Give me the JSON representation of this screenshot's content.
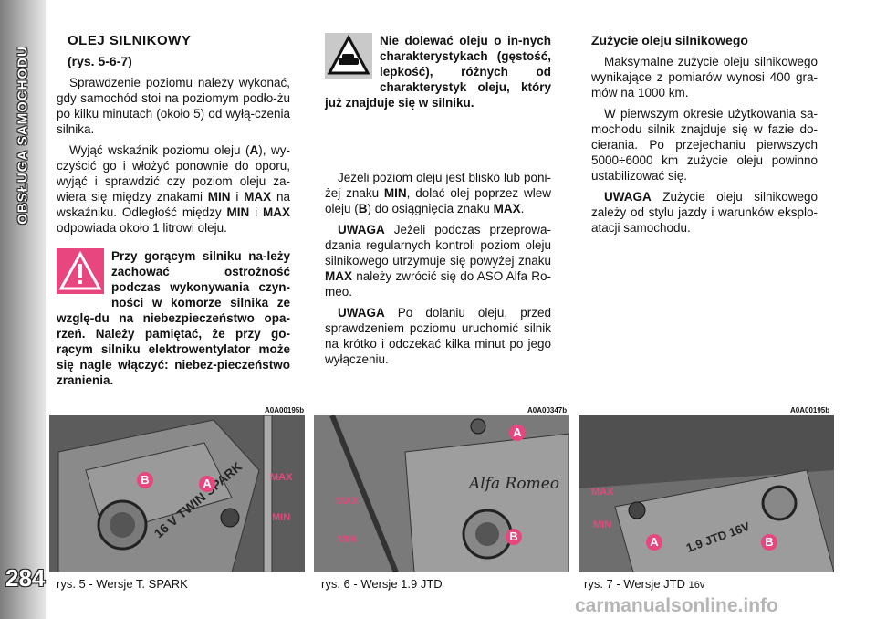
{
  "sidebar": {
    "section_title": "OBSŁUGA SAMOCHODU",
    "page_number": "284"
  },
  "col1": {
    "heading": "OLEJ SILNIKOWY",
    "subheading": "(rys. 5-6-7)",
    "p1": "Sprawdzenie poziomu należy wykonać, gdy samochód stoi na poziomym podło-żu po kilku minutach (około 5) od wyłą-czenia silnika.",
    "p2_a": "Wyjąć wskaźnik poziomu oleju (",
    "p2_a_bold": "A",
    "p2_b": "), wy-czyścić go i włożyć ponownie do oporu, wyjąć i sprawdzić czy poziom oleju za-wiera się między znakami ",
    "p2_min": "MIN",
    "p2_c": " i ",
    "p2_max": "MAX",
    "p2_d": " na wskaźniku. Odległość między ",
    "p2_min2": "MIN",
    "p2_e": " i ",
    "p2_max2": "MAX",
    "p2_f": " odpowiada około 1 litrowi oleju.",
    "warning": "Przy gorącym silniku na-leży zachować ostrożność podczas wykonywania czyn-ności w komorze silnika ze wzglę-du na niebezpieczeństwo opa-rzeń. Należy pamiętać, że przy go-rącym silniku elektrowentylator może się nagle włączyć: niebez-pieczeństwo zranienia."
  },
  "col2": {
    "env_warning": "Nie dolewać oleju o in-nych charakterystykach (gęstość, lepkość), różnych od charakterystyk oleju, który już znajduje się w silniku.",
    "p1_a": "Jeżeli poziom oleju jest blisko lub poni-żej znaku ",
    "p1_min": "MIN",
    "p1_b": ", dolać olej poprzez wlew oleju (",
    "p1_B": "B",
    "p1_c": ") do osiągnięcia znaku ",
    "p1_max": "MAX",
    "p1_d": ".",
    "note1_label": "UWAGA",
    "note1_a": " Jeżeli podczas przeprowa-dzania regularnych kontroli poziom oleju silnikowego utrzymuje się powyżej znaku ",
    "note1_max": "MAX",
    "note1_b": " należy zwrócić się do ASO Alfa Ro-meo.",
    "note2_label": "UWAGA",
    "note2_text": " Po dolaniu oleju, przed sprawdzeniem poziomu uruchomić silnik na krótko i odczekać kilka minut po jego wyłączeniu."
  },
  "col3": {
    "heading": "Zużycie oleju silnikowego",
    "p1": "Maksymalne zużycie oleju silnikowego wynikające z pomiarów wynosi 400 gra-mów na 1000 km.",
    "p2": "W pierwszym okresie użytkowania sa-mochodu silnik znajduje się w fazie do-cierania. Po przejechaniu pierwszych 5000÷6000 km zużycie oleju powinno ustabilizować się.",
    "note_label": "UWAGA",
    "note_text": " Zużycie oleju silnikowego zależy od stylu jazdy i warunków eksplo-atacji samochodu."
  },
  "figures": [
    {
      "code": "A0A00195b",
      "caption": "rys. 5 - Wersje T. SPARK",
      "labels": {
        "a": "A",
        "b": "B",
        "max": "MAX",
        "min": "MIN",
        "engine_text": "16 V TWIN SPARK"
      }
    },
    {
      "code": "A0A00347b",
      "caption": "rys. 6 - Wersje 1.9 JTD",
      "labels": {
        "a": "A",
        "b": "B",
        "max": "MAX",
        "min": "MIN",
        "brand": "Alfa Romeo"
      }
    },
    {
      "code": "A0A00195b",
      "caption_a": "rys. 7 - Wersje JTD ",
      "caption_b": "16v",
      "labels": {
        "a": "A",
        "b": "B",
        "max": "MAX",
        "min": "MIN",
        "engine_text": "1.9 JTD 16V"
      }
    }
  ],
  "watermark": "carmanualsonline.info",
  "colors": {
    "accent": "#e8467f",
    "sidebar": "#9a9a9a"
  }
}
